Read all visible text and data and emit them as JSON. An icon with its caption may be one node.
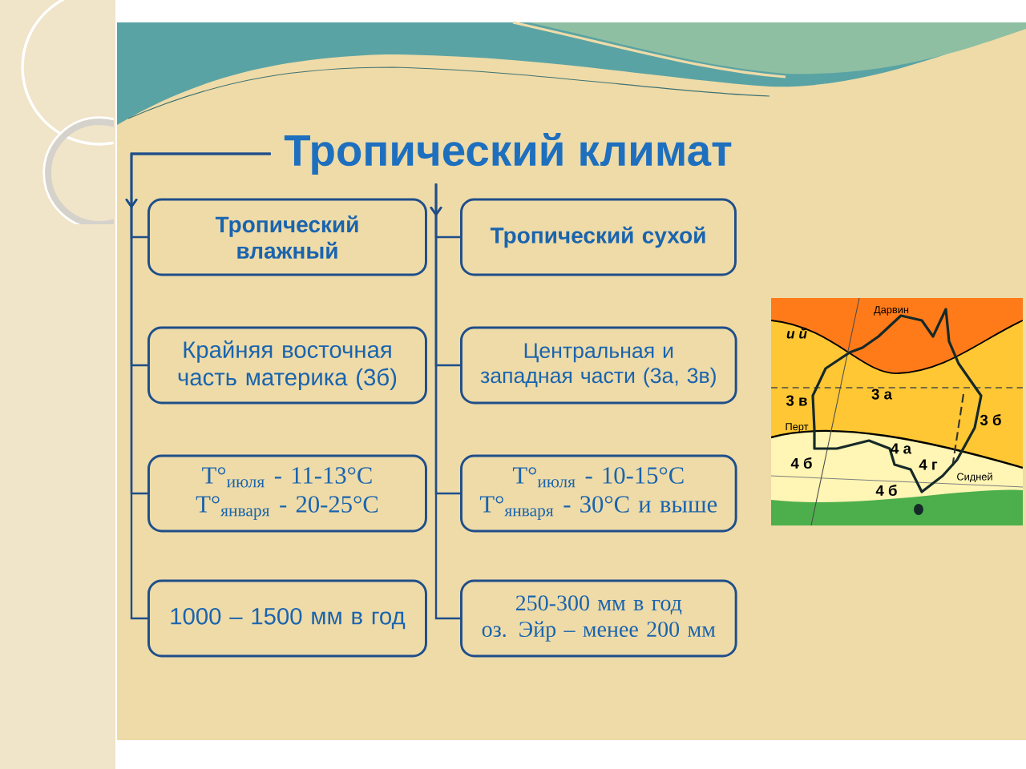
{
  "diagram": {
    "nodes": [
      {
        "text": [
          "Тропический климат"
        ]
      },
      {
        "text": [
          "Тропический влажный"
        ]
      },
      {
        "text": [
          "Тропический сухой"
        ]
      },
      {
        "text": [
          "Крайняя восточная часть материка (3б)"
        ]
      },
      {
        "text": [
          "Центральная и западная части (3а, 3в)"
        ]
      },
      {
        "text": [
          "T°$_{июля}$ - 11-13°C",
          "T°$_{января}$ - 20-25°C"
        ]
      },
      {
        "text": [
          "T°$_{июля}$ - 10-15°C",
          "T°$_{января}$ - 30°C и выше"
        ]
      },
      {
        "text": [
          "1000 – 1500 мм в год"
        ]
      },
      {
        "text": [
          "250-300 мм в год",
          "оз. Эйр – менее 200 мм"
        ]
      }
    ],
    "edges": [
      {
        "from": 0,
        "to": 1,
        "arrow": "to"
      },
      {
        "from": 0,
        "to": 3,
        "arrow": "to"
      },
      {
        "from": 0,
        "to": 5,
        "arrow": "to"
      },
      {
        "from": 0,
        "to": 7,
        "arrow": "to"
      },
      {
        "from": 0,
        "to": 2,
        "arrow": "to"
      },
      {
        "from": 0,
        "to": 4,
        "arrow": "to"
      },
      {
        "from": 0,
        "to": 6,
        "arrow": "to"
      },
      {
        "from": 0,
        "to": 8,
        "arrow": "to"
      }
    ],
    "labels": [
      "и й",
      "Дарвин",
      "3 а",
      "3 в",
      "3 б",
      "Перт",
      "4 а",
      "4 б",
      "Сидней",
      "4 г",
      "4 б"
    ]
  }
}
